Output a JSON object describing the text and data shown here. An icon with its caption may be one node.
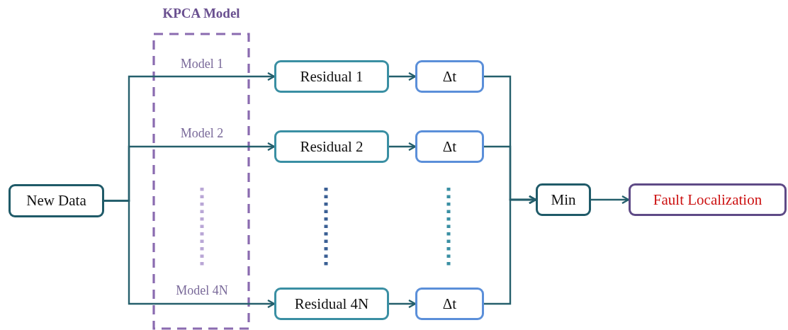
{
  "diagram": {
    "nodes": [
      {
        "text": [
          "New Data"
        ]
      },
      {
        "text": [
          "Residual 1"
        ]
      },
      {
        "text": [
          "Δt"
        ]
      },
      {
        "text": [
          "Residual 2"
        ]
      },
      {
        "text": [
          "Δt"
        ]
      },
      {
        "text": [
          "Residual 4N"
        ]
      },
      {
        "text": [
          "Δt"
        ]
      },
      {
        "text": [
          "Min"
        ]
      },
      {
        "text": [
          "Fault Localization"
        ]
      }
    ],
    "edges": [
      {
        "from": 0,
        "to": 1,
        "arrow": "to",
        "label": "Model 1"
      },
      {
        "from": 0,
        "to": 3,
        "arrow": "to",
        "label": "Model 2"
      },
      {
        "from": 0,
        "to": 5,
        "arrow": "to",
        "label": "Model 4N"
      },
      {
        "from": 1,
        "to": 2,
        "arrow": "to"
      },
      {
        "from": 3,
        "to": 4,
        "arrow": "to"
      },
      {
        "from": 5,
        "to": 6,
        "arrow": "to"
      },
      {
        "from": 2,
        "to": 7,
        "arrow": "to"
      },
      {
        "from": 4,
        "to": 7,
        "arrow": "to"
      },
      {
        "from": 6,
        "to": 7,
        "arrow": "to"
      },
      {
        "from": 7,
        "to": 8,
        "arrow": "to"
      }
    ],
    "labels": [
      "KPCA Model"
    ]
  }
}
